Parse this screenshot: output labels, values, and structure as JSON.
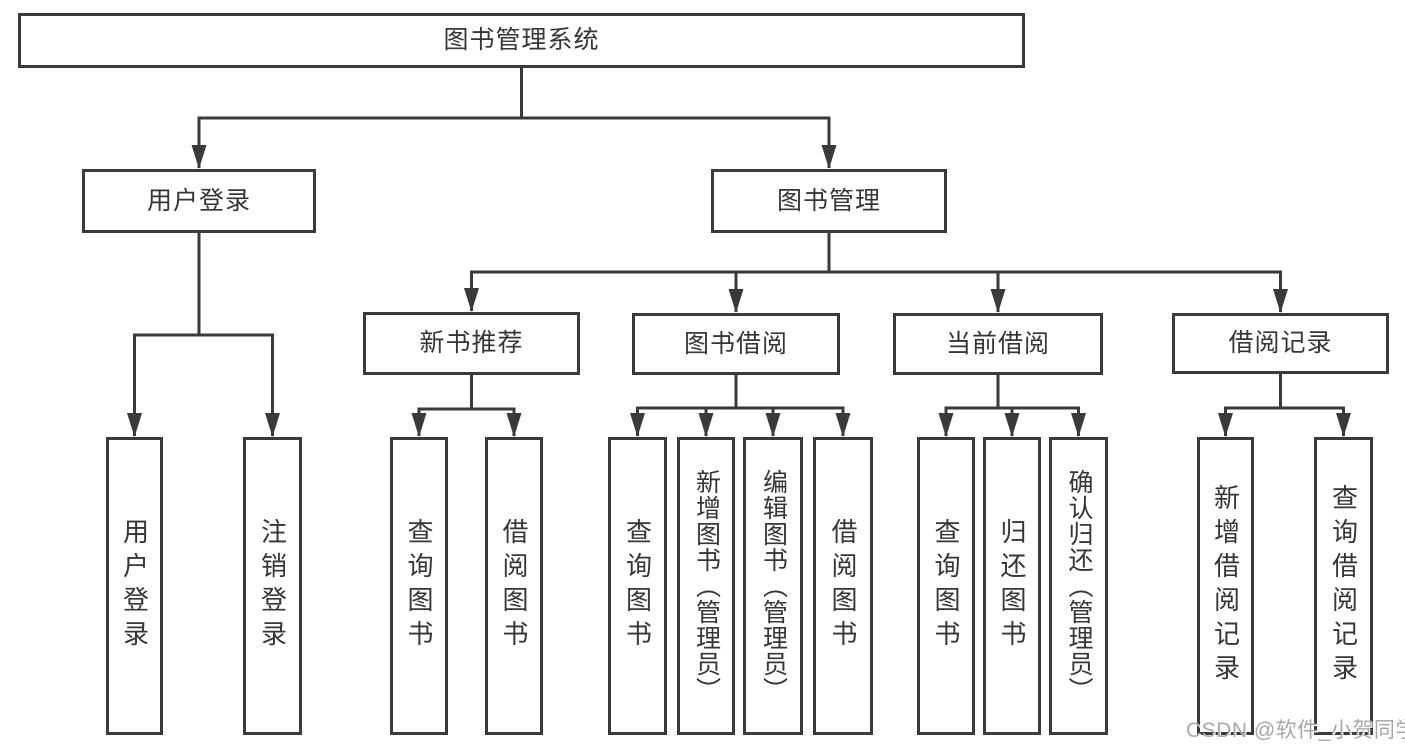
{
  "watermark": "CSDN @软件_小贺同学",
  "colors": {
    "line": "#3a3a3a",
    "box_border": "#3a3a3a",
    "box_fill": "#ffffff",
    "text": "#363636",
    "background": "#ffffff",
    "watermark_text": "#a8a8a8"
  },
  "tree": {
    "id": "root",
    "label": "图书管理系统",
    "children": [
      {
        "id": "user-login",
        "label": "用户登录",
        "children": [
          {
            "id": "leaf-user-login",
            "label": "用户登录"
          },
          {
            "id": "leaf-logout",
            "label": "注销登录"
          }
        ]
      },
      {
        "id": "book-mgmt",
        "label": "图书管理",
        "children": [
          {
            "id": "new-books",
            "label": "新书推荐",
            "children": [
              {
                "id": "nb-query-books",
                "label": "查询图书"
              },
              {
                "id": "nb-borrow-books",
                "label": "借阅图书"
              }
            ]
          },
          {
            "id": "book-borrow",
            "label": "图书借阅",
            "children": [
              {
                "id": "bb-query-books",
                "label": "查询图书"
              },
              {
                "id": "bb-add-books",
                "label": "新增图书（管理员）"
              },
              {
                "id": "bb-edit-books",
                "label": "编辑图书（管理员）"
              },
              {
                "id": "bb-borrow-books",
                "label": "借阅图书"
              }
            ]
          },
          {
            "id": "current-borrow",
            "label": "当前借阅",
            "children": [
              {
                "id": "cb-query-books",
                "label": "查询图书"
              },
              {
                "id": "cb-return-books",
                "label": "归还图书"
              },
              {
                "id": "cb-confirm-return",
                "label": "确认归还（管理员）"
              }
            ]
          },
          {
            "id": "borrow-records",
            "label": "借阅记录",
            "children": [
              {
                "id": "br-add-record",
                "label": "新增借阅记录"
              },
              {
                "id": "br-query-record",
                "label": "查询借阅记录"
              }
            ]
          }
        ]
      }
    ]
  }
}
